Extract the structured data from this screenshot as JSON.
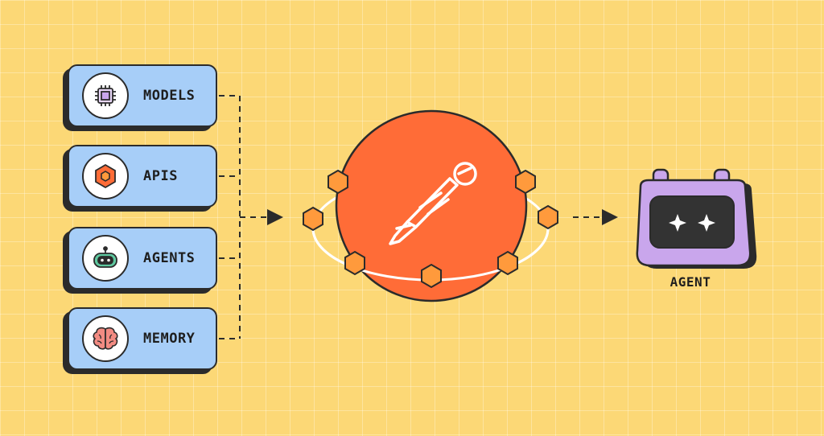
{
  "sources": [
    {
      "label": "MODELS",
      "icon": "chip-icon"
    },
    {
      "label": "APIS",
      "icon": "hexagon-icon"
    },
    {
      "label": "AGENTS",
      "icon": "robot-icon"
    },
    {
      "label": "MEMORY",
      "icon": "brain-icon"
    }
  ],
  "hub": {
    "icon": "postman-astronaut-icon"
  },
  "output": {
    "label": "AGENT",
    "icon": "agent-face-icon"
  },
  "colors": {
    "background": "#FCD876",
    "card": "#A7CEF8",
    "hub": "#FF6C37",
    "node": "#FF9A3C",
    "agent": "#C9A6EC",
    "outline": "#2B2B2B"
  }
}
